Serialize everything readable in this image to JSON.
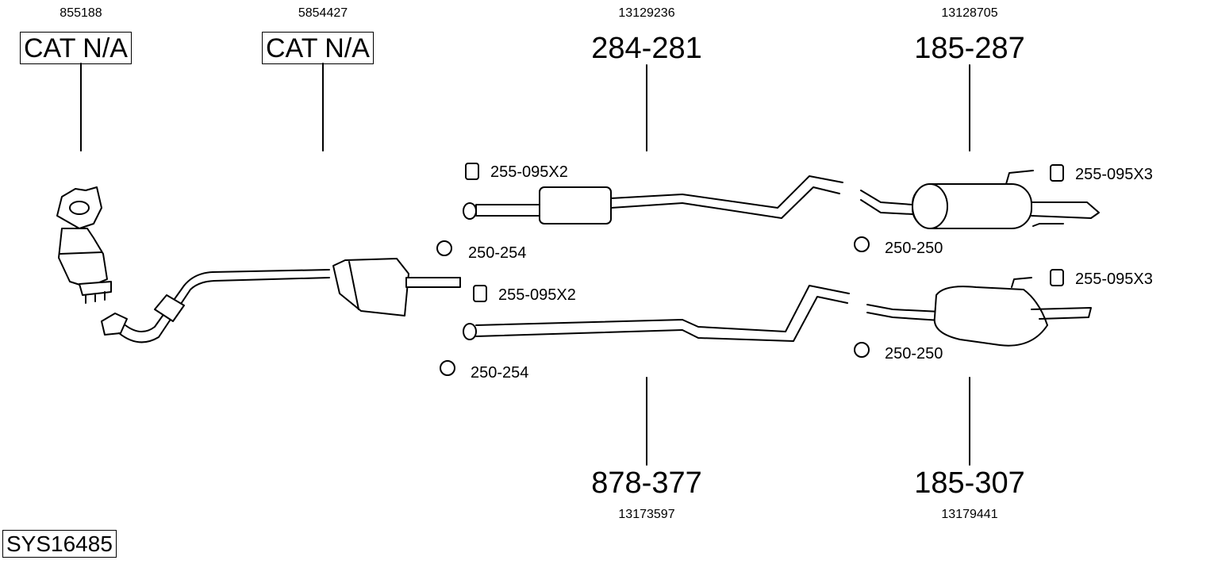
{
  "parts": [
    {
      "oe": "855188",
      "ref": "CAT N/A"
    },
    {
      "oe": "5854427",
      "ref": "CAT N/A"
    },
    {
      "oe": "13129236",
      "ref": "284-281"
    },
    {
      "oe": "13128705",
      "ref": "185-287"
    },
    {
      "oe": "13173597",
      "ref": "878-377"
    },
    {
      "oe": "13179441",
      "ref": "185-307"
    }
  ],
  "accessories": [
    {
      "label": "255-095X2",
      "icon": "rubber-mount-icon"
    },
    {
      "label": "250-254",
      "icon": "clamp-icon"
    },
    {
      "label": "255-095X2",
      "icon": "rubber-mount-icon"
    },
    {
      "label": "250-254",
      "icon": "clamp-icon"
    },
    {
      "label": "255-095X3",
      "icon": "rubber-mount-icon"
    },
    {
      "label": "250-250",
      "icon": "clamp-icon"
    },
    {
      "label": "255-095X3",
      "icon": "rubber-mount-icon"
    },
    {
      "label": "250-250",
      "icon": "clamp-icon"
    }
  ],
  "system_id": "SYS16485"
}
